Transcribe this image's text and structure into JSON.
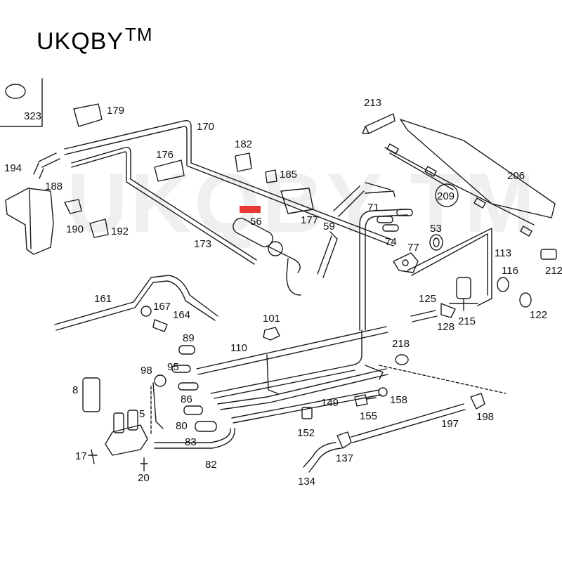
{
  "brand": {
    "name": "UKQBY",
    "tm": "TM"
  },
  "watermark": "UKQBY TM",
  "parts": [
    {
      "id": "p323",
      "text": "323"
    },
    {
      "id": "p179",
      "text": "179"
    },
    {
      "id": "p170",
      "text": "170"
    },
    {
      "id": "p182",
      "text": "182"
    },
    {
      "id": "p176",
      "text": "176"
    },
    {
      "id": "p194",
      "text": "194"
    },
    {
      "id": "p188",
      "text": "188"
    },
    {
      "id": "p185",
      "text": "185"
    },
    {
      "id": "p190",
      "text": "190"
    },
    {
      "id": "p192",
      "text": "192"
    },
    {
      "id": "p56",
      "text": "56"
    },
    {
      "id": "p177",
      "text": "177"
    },
    {
      "id": "p59",
      "text": "59"
    },
    {
      "id": "p71",
      "text": "71"
    },
    {
      "id": "p173",
      "text": "173"
    },
    {
      "id": "p74",
      "text": "74"
    },
    {
      "id": "p77",
      "text": "77"
    },
    {
      "id": "p53",
      "text": "53"
    },
    {
      "id": "p213",
      "text": "213"
    },
    {
      "id": "p206",
      "text": "206"
    },
    {
      "id": "p209",
      "text": "209"
    },
    {
      "id": "p113",
      "text": "113"
    },
    {
      "id": "p212",
      "text": "212"
    },
    {
      "id": "p116",
      "text": "116"
    },
    {
      "id": "p122",
      "text": "122"
    },
    {
      "id": "p161",
      "text": "161"
    },
    {
      "id": "p167",
      "text": "167"
    },
    {
      "id": "p164",
      "text": "164"
    },
    {
      "id": "p101",
      "text": "101"
    },
    {
      "id": "p125",
      "text": "125"
    },
    {
      "id": "p128",
      "text": "128"
    },
    {
      "id": "p215",
      "text": "215"
    },
    {
      "id": "p89",
      "text": "89"
    },
    {
      "id": "p110",
      "text": "110"
    },
    {
      "id": "p218",
      "text": "218"
    },
    {
      "id": "p98",
      "text": "98"
    },
    {
      "id": "p95",
      "text": "95"
    },
    {
      "id": "p8",
      "text": "8"
    },
    {
      "id": "p86",
      "text": "86"
    },
    {
      "id": "p149",
      "text": "149"
    },
    {
      "id": "p158",
      "text": "158"
    },
    {
      "id": "p155",
      "text": "155"
    },
    {
      "id": "p5",
      "text": "5"
    },
    {
      "id": "p80",
      "text": "80"
    },
    {
      "id": "p198",
      "text": "198"
    },
    {
      "id": "p197",
      "text": "197"
    },
    {
      "id": "p83",
      "text": "83"
    },
    {
      "id": "p152",
      "text": "152"
    },
    {
      "id": "p17",
      "text": "17"
    },
    {
      "id": "p137",
      "text": "137"
    },
    {
      "id": "p82",
      "text": "82"
    },
    {
      "id": "p20",
      "text": "20"
    },
    {
      "id": "p134",
      "text": "134"
    }
  ],
  "colors": {
    "line": "#1a1a1a",
    "highlight": "#e53935",
    "background": "#ffffff"
  }
}
